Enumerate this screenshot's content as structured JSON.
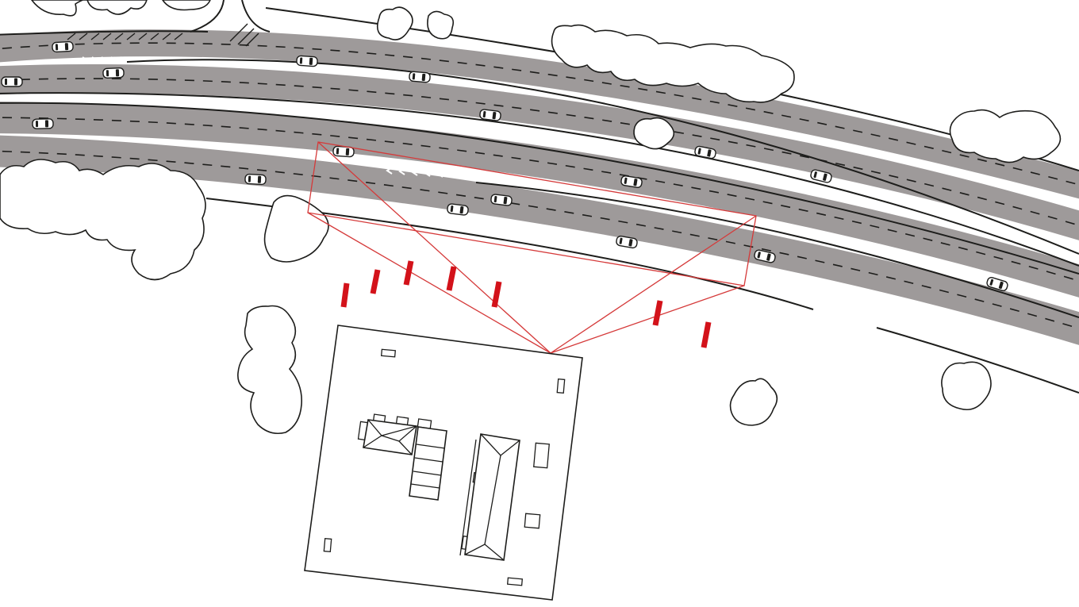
{
  "colors": {
    "road": "#9e9a9a",
    "line": "#1d1d1b",
    "background": "#ffffff",
    "accent_red": "#d3121a",
    "sight_line_red": "#d53a3a"
  },
  "scene": {
    "road_lanes": 4,
    "car_count": 17,
    "sensor_count": 7,
    "has_coverage_polygon": true,
    "has_building_site": true
  }
}
